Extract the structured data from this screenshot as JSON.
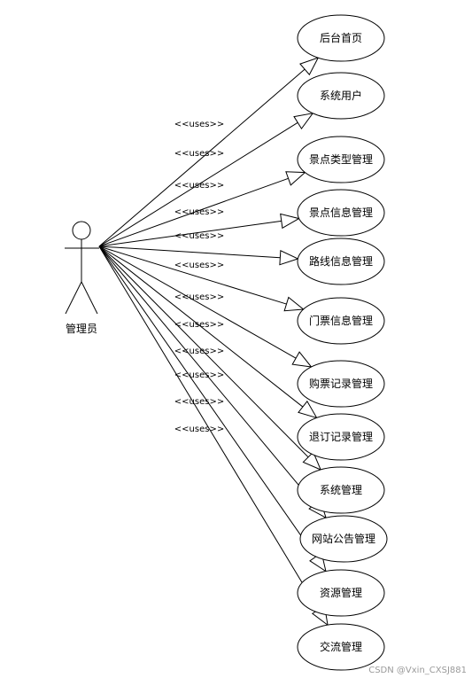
{
  "actor": {
    "label": "管理员"
  },
  "relation_label": "<<uses>>",
  "use_cases": [
    {
      "label": "后台首页"
    },
    {
      "label": "系统用户"
    },
    {
      "label": "景点类型管理"
    },
    {
      "label": "景点信息管理"
    },
    {
      "label": "路线信息管理"
    },
    {
      "label": "门票信息管理"
    },
    {
      "label": "购票记录管理"
    },
    {
      "label": "退订记录管理"
    },
    {
      "label": "系统管理"
    },
    {
      "label": "网站公告管理"
    },
    {
      "label": "资源管理"
    },
    {
      "label": "交流管理"
    }
  ],
  "watermark": "CSDN @Vxin_CXSJ881"
}
